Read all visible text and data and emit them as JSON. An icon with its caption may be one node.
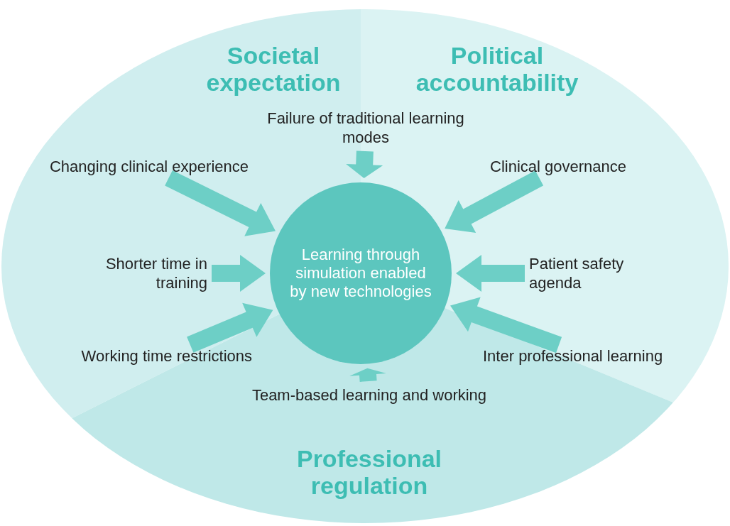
{
  "diagram": {
    "nodes": [
      {
        "text": [
          "Learning through simulation enabled by new technologies"
        ]
      },
      {
        "text": [
          "Failure of traditional learning modes"
        ]
      },
      {
        "text": [
          "Changing clinical experience"
        ]
      },
      {
        "text": [
          "Clinical governance"
        ]
      },
      {
        "text": [
          "Shorter time in training"
        ]
      },
      {
        "text": [
          "Patient safety agenda"
        ]
      },
      {
        "text": [
          "Working time restrictions"
        ]
      },
      {
        "text": [
          "Inter professional learning"
        ]
      },
      {
        "text": [
          "Team-based learning and working"
        ]
      }
    ],
    "edges": [
      {
        "from": 1,
        "to": 0,
        "arrow": "to"
      },
      {
        "from": 2,
        "to": 0,
        "arrow": "to"
      },
      {
        "from": 3,
        "to": 0,
        "arrow": "to"
      },
      {
        "from": 4,
        "to": 0,
        "arrow": "to"
      },
      {
        "from": 5,
        "to": 0,
        "arrow": "to"
      },
      {
        "from": 6,
        "to": 0,
        "arrow": "to"
      },
      {
        "from": 7,
        "to": 0,
        "arrow": "to"
      },
      {
        "from": 8,
        "to": 0,
        "arrow": "to"
      }
    ],
    "labels": [
      "Societal expectation",
      "Political accountability",
      "Professional regulation"
    ]
  }
}
